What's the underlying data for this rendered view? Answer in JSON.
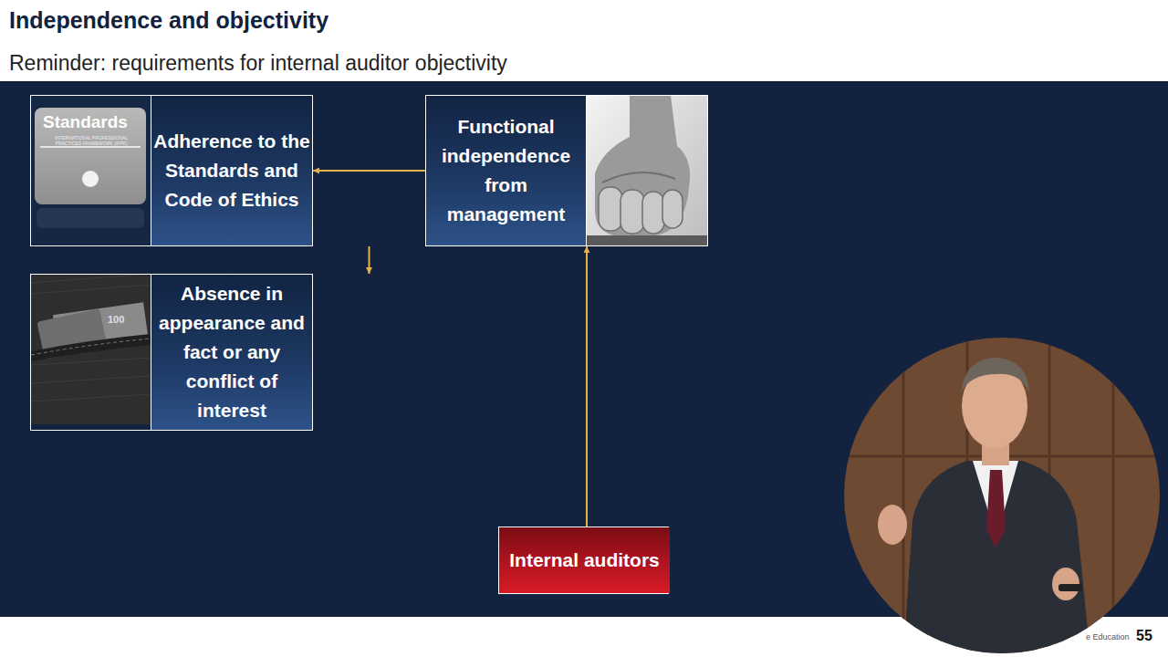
{
  "diagram": {
    "title": "Independence and objectivity",
    "nodes": [
      {
        "text": [
          "Adherence to the Standards and Code of Ethics"
        ]
      },
      {
        "text": [
          "Absence in appearance and fact or any conflict of interest"
        ]
      },
      {
        "text": [
          "Functional independence from management"
        ]
      },
      {
        "text": [
          "Internal auditors"
        ]
      }
    ],
    "edges": [
      {
        "from": 3,
        "to": 2,
        "arrow": "to"
      },
      {
        "from": 2,
        "to": 0,
        "arrow": "to"
      },
      {
        "from": 2,
        "to": 1,
        "arrow": "to"
      }
    ],
    "labels": [
      "Reminder: requirements for internal auditor objectivity",
      "Standards",
      "INTERNATIONAL PROFESSIONAL PRACTICES FRAMEWORK (IPPF)",
      "100",
      "e Education",
      "55"
    ]
  }
}
